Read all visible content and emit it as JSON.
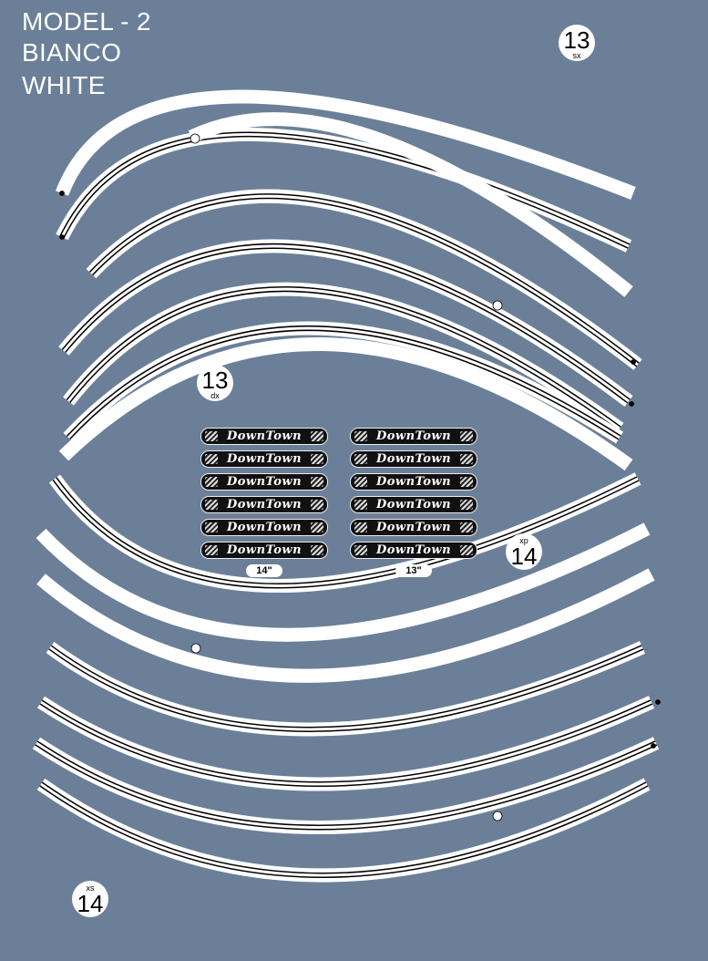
{
  "title": {
    "line1": "MODEL - 2",
    "line2": "BIANCO",
    "line3": "WHITE"
  },
  "badges": {
    "b13sx": {
      "number": "13",
      "sub": "sx"
    },
    "b13dx": {
      "number": "13",
      "sub": "dx"
    },
    "b14xp": {
      "number": "14",
      "sub": "xp"
    },
    "b14xs": {
      "number": "14",
      "sub": "xs"
    }
  },
  "logos": {
    "text": "DownTown",
    "group14": {
      "count": 6,
      "label": "14\""
    },
    "group13": {
      "count": 6,
      "label": "13\""
    }
  },
  "colors": {
    "background": "#6b7f98",
    "stripe": "#ffffff",
    "line": "#000000"
  }
}
